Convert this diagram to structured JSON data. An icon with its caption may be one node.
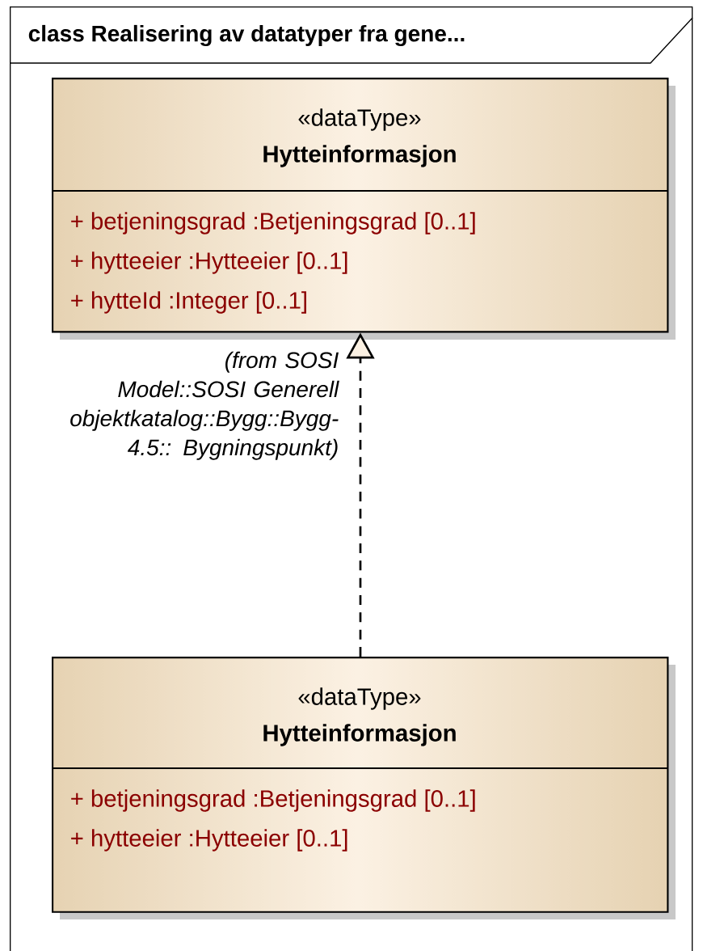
{
  "diagram": {
    "nodes": [
      {
        "text": [
          "class Realisering av datatyper fra gene..."
        ]
      },
      {
        "text": [
          "«dataType»",
          "Hytteinformasjon",
          "+ betjeningsgrad :Betjeningsgrad [0..1]",
          "+ hytteeier :Hytteeier [0..1]",
          "+ hytteId :Integer [0..1]"
        ],
        "in": 0,
        "beside": [
          "(from SOSI Model::SOSI Generell objektkatalog::Bygg::Bygg-4.5:: Bygningspunkt)"
        ]
      },
      {
        "text": [
          "«dataType»",
          "Hytteinformasjon",
          "+ betjeningsgrad :Betjeningsgrad [0..1]",
          "+ hytteeier :Hytteeier [0..1]"
        ],
        "in": 0
      }
    ],
    "edges": [
      {
        "from": 2,
        "to": 1,
        "arrow": "to",
        "style": "dashed"
      }
    ]
  }
}
